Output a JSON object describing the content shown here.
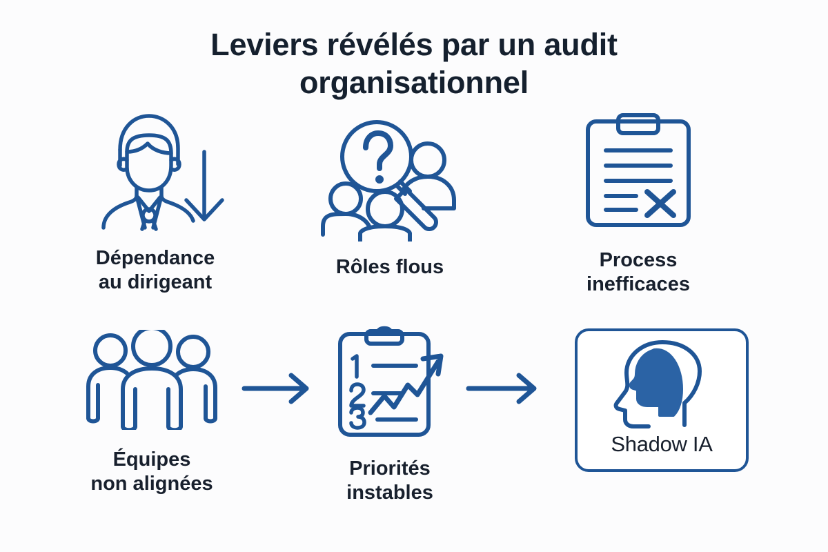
{
  "page": {
    "title": "Leviers révélés par un audit organisationnel",
    "background_color": "#fcfcfd",
    "accent_color": "#1f5596",
    "text_color": "#18202d"
  },
  "items": [
    {
      "id": "dependance",
      "icon": "businessman-down-arrow-icon",
      "label": "Dépendance\nau dirigeant"
    },
    {
      "id": "roles",
      "icon": "magnifier-question-people-icon",
      "label": "Rôles flous"
    },
    {
      "id": "process",
      "icon": "clipboard-cross-icon",
      "label": "Process\ninefficaces"
    },
    {
      "id": "equipes",
      "icon": "three-people-group-icon",
      "label": "Équipes\nnon alignées"
    },
    {
      "id": "priorites",
      "icon": "clipboard-numbered-trend-icon",
      "label": "Priorités\ninstables"
    }
  ],
  "flow": {
    "arrows": [
      {
        "id": "arrow-1",
        "icon": "arrow-right-icon"
      },
      {
        "id": "arrow-2",
        "icon": "arrow-right-icon"
      }
    ]
  },
  "card": {
    "id": "shadow-ia",
    "icon": "head-profile-brain-icon",
    "label": "Shadow IA",
    "border_color": "#1f5596"
  }
}
